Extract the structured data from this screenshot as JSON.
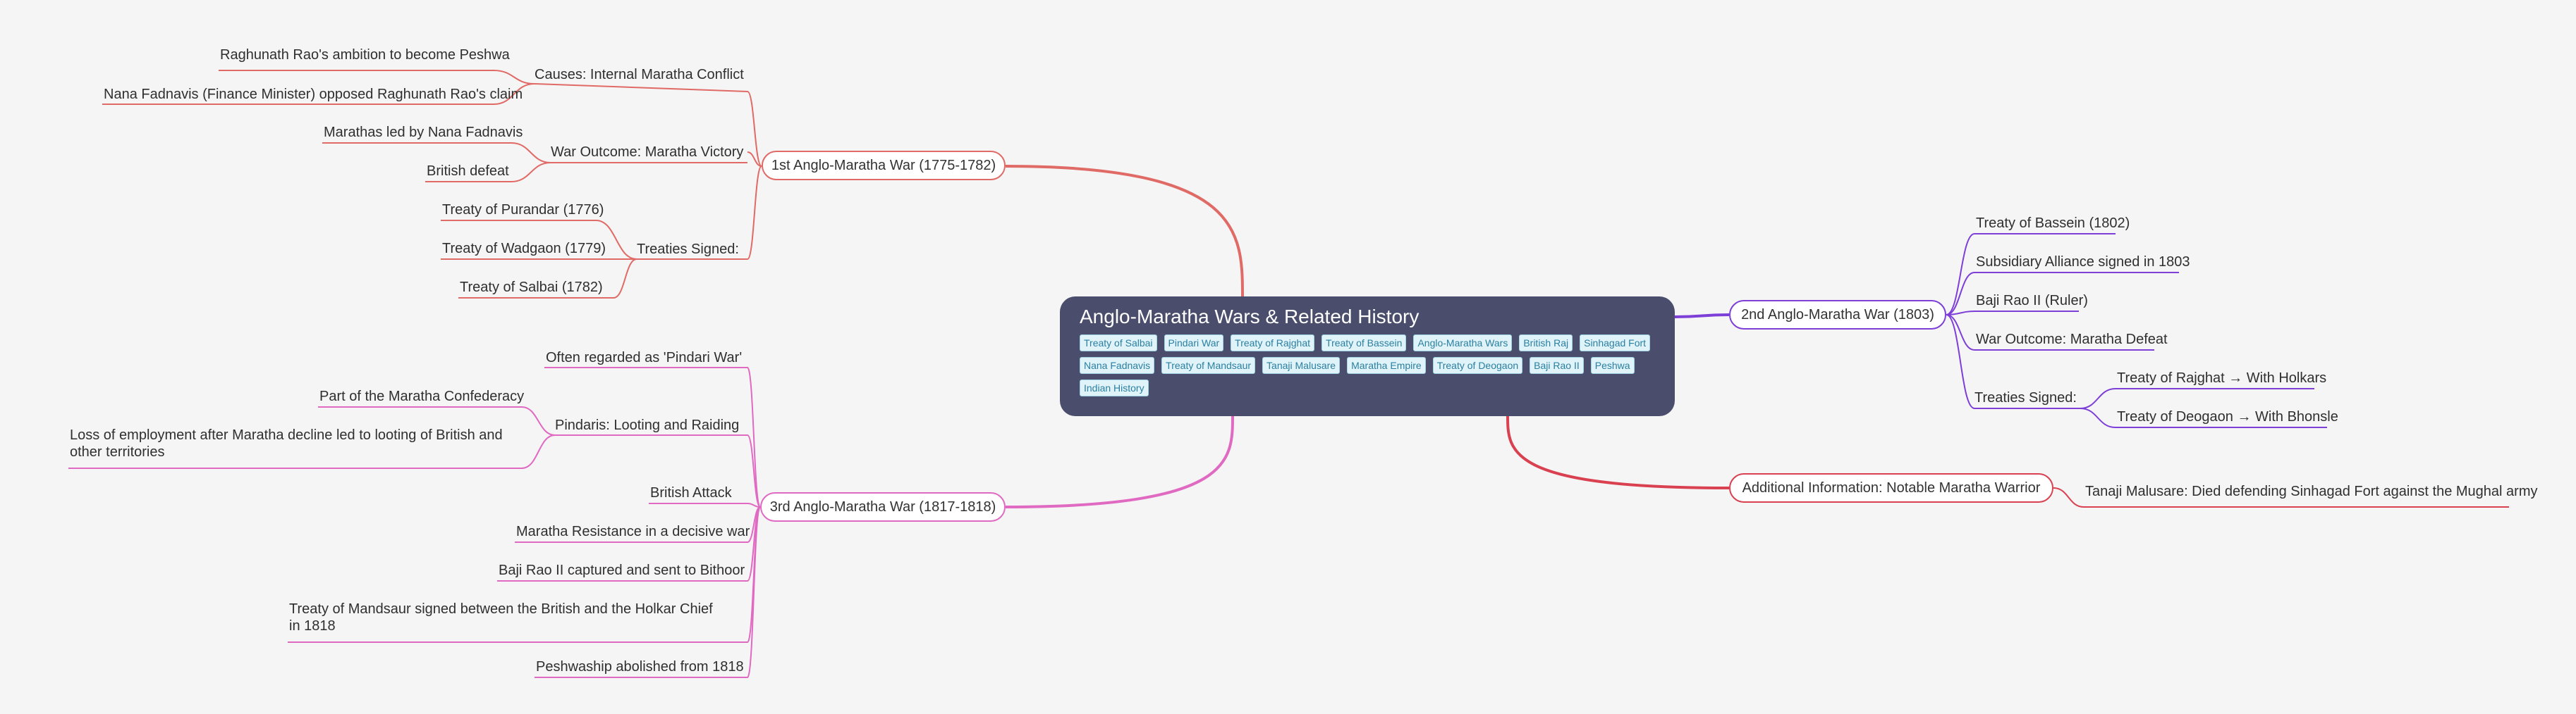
{
  "root": {
    "title": "Anglo-Maratha Wars & Related History",
    "tags": [
      "Treaty of Salbai",
      "Pindari War",
      "Treaty of Rajghat",
      "Treaty of Bassein",
      "Anglo-Maratha Wars",
      "British Raj",
      "Sinhagad Fort",
      "Nana Fadnavis",
      "Treaty of Mandsaur",
      "Tanaji Malusare",
      "Maratha Empire",
      "Treaty of Deogaon",
      "Baji Rao II",
      "Peshwa",
      "Indian History"
    ]
  },
  "colors": {
    "war1": "#e06a66",
    "war2": "#7d3fd8",
    "war3": "#e06ac2",
    "info": "#d94050",
    "root_bg": "#4a4e6c",
    "tag_bg": "#dff3f8",
    "tag_text": "#2b7fa2",
    "background": "#f5f5f5"
  },
  "war1": {
    "label": "1st Anglo-Maratha War (1775-1782)",
    "causes": {
      "label": "Causes: Internal Maratha Conflict",
      "items": [
        "Raghunath Rao's ambition to become Peshwa",
        "Nana Fadnavis (Finance Minister) opposed Raghunath Rao's claim"
      ]
    },
    "outcome": {
      "label": "War Outcome: Maratha Victory",
      "items": [
        "Marathas led by Nana Fadnavis",
        "British defeat"
      ]
    },
    "treaties": {
      "label": "Treaties Signed:",
      "items": [
        "Treaty of Purandar (1776)",
        "Treaty of Wadgaon (1779)",
        "Treaty of Salbai (1782)"
      ]
    }
  },
  "war2": {
    "label": "2nd Anglo-Maratha War (1803)",
    "items": [
      "Treaty of Bassein (1802)",
      "Subsidiary Alliance signed in 1803",
      "Baji Rao II (Ruler)",
      "War Outcome: Maratha Defeat"
    ],
    "treaties": {
      "label": "Treaties Signed:",
      "items": [
        "Treaty of Rajghat → With Holkars",
        "Treaty of Deogaon → With Bhonsle"
      ]
    }
  },
  "war3": {
    "label": "3rd Anglo-Maratha War (1817-1818)",
    "first": "Often regarded as 'Pindari War'",
    "pindaris": {
      "label": "Pindaris: Looting and Raiding",
      "items": [
        "Part of the Maratha Confederacy",
        "Loss of employment after Maratha decline led to looting of British and other territories"
      ]
    },
    "items": [
      "British Attack",
      "Maratha Resistance in a decisive war",
      "Baji Rao II captured and sent to Bithoor",
      "Treaty of Mandsaur signed between the British and the Holkar Chief in 1818",
      "Peshwaship abolished from 1818"
    ]
  },
  "info": {
    "label": "Additional Information: Notable Maratha Warrior",
    "items": [
      "Tanaji Malusare: Died defending Sinhagad Fort against the Mughal army"
    ]
  }
}
